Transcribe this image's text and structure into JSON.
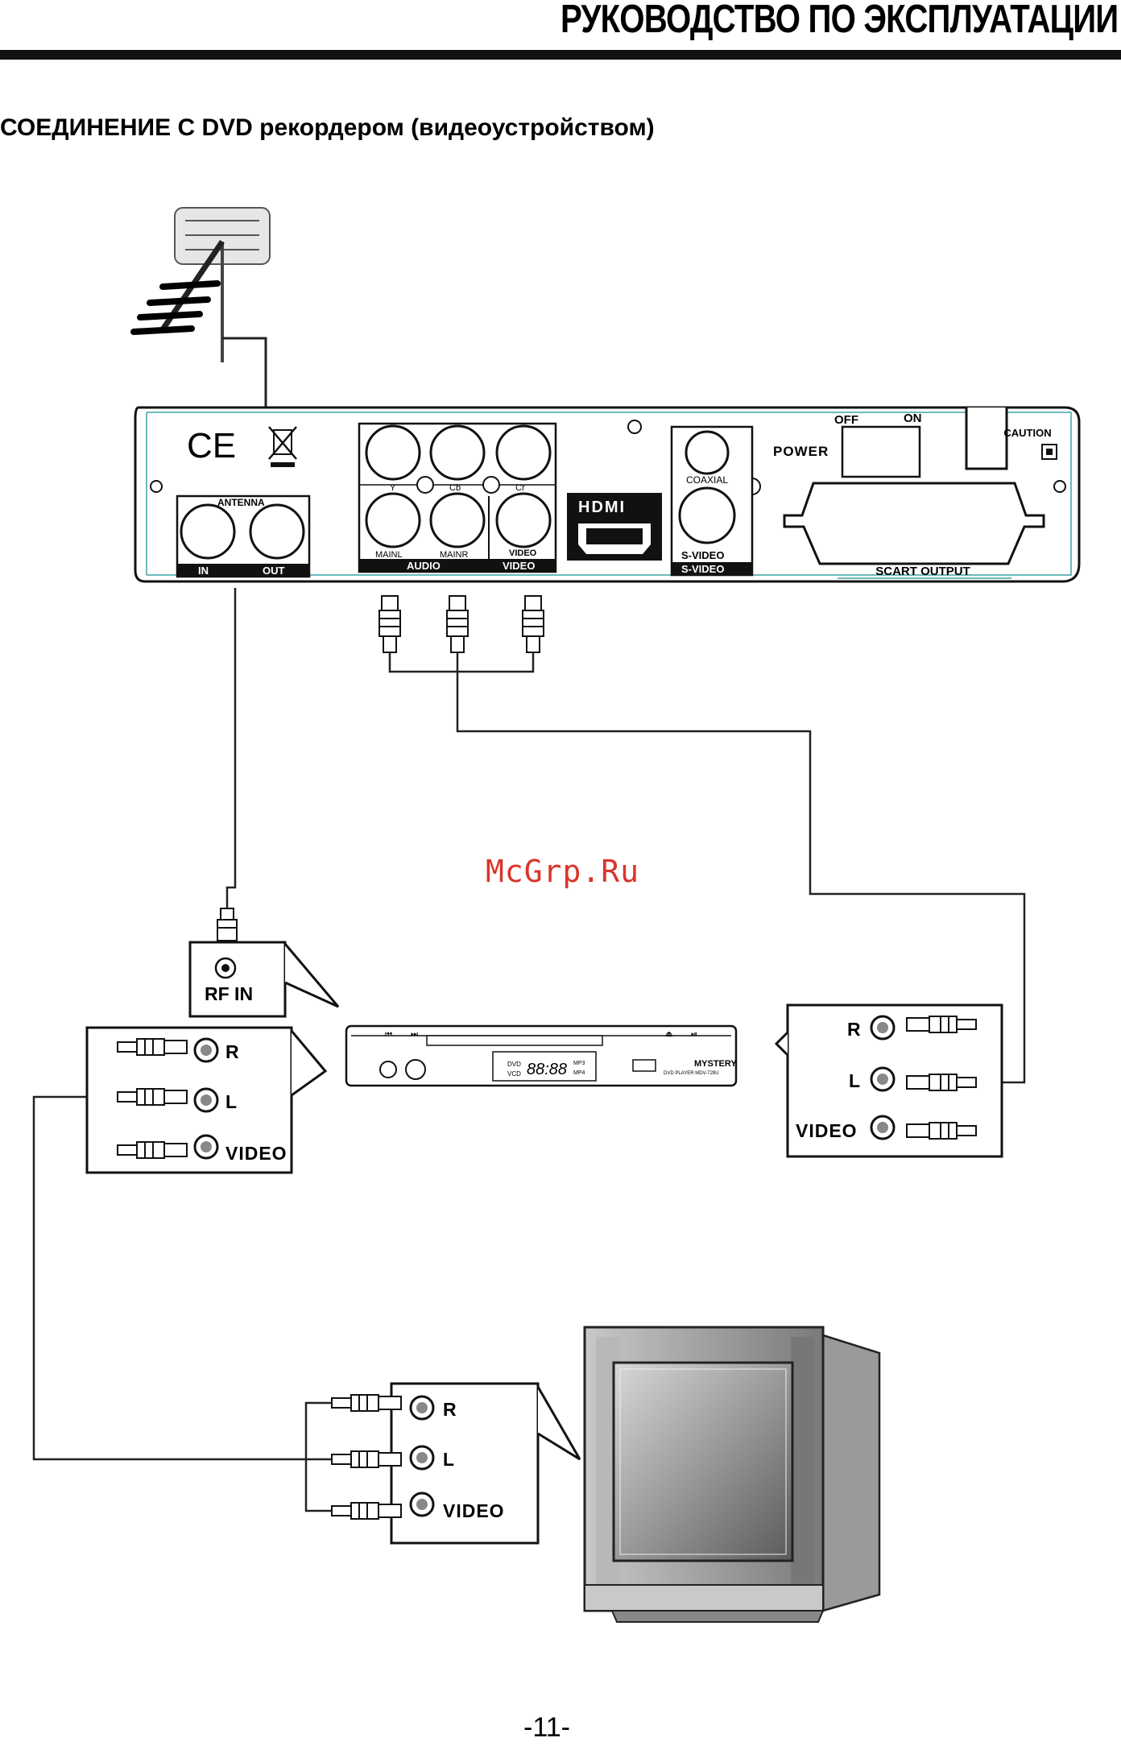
{
  "header": {
    "title": "РУКОВОДСТВО ПО ЭКСПЛУАТАЦИИ"
  },
  "section": {
    "title": "СОЕДИНЕНИЕ С DVD рекордером (видеоустройством)"
  },
  "receiver_panel": {
    "ce_mark": "CE",
    "antenna_label": "ANTENNA",
    "antenna_in": "IN",
    "antenna_out": "OUT",
    "y_label": "Y",
    "cb_label": "Cb",
    "cr_label": "Cr",
    "mainl_label": "MAINL",
    "mainr_label": "MAINR",
    "video_small_label": "VIDEO",
    "audio_bar_label": "AUDIO",
    "video_bar_label": "VIDEO",
    "hdmi_label": "HDMI",
    "coaxial_label": "COAXIAL",
    "svideo_label": "S-VIDEO",
    "svideo_bar_label": "S-VIDEO",
    "power_label": "POWER",
    "off_label": "OFF",
    "on_label": "ON",
    "caution_label": "CAUTION",
    "scart_label": "SCART OUTPUT"
  },
  "rf_box": {
    "label": "RF IN"
  },
  "dvd_inputs_box": {
    "r": "R",
    "l": "L",
    "video": "VIDEO"
  },
  "right_box": {
    "r": "R",
    "l": "L",
    "video": "VIDEO"
  },
  "tv_box": {
    "r": "R",
    "l": "L",
    "video": "VIDEO"
  },
  "dvd_player": {
    "display": "88:88",
    "dvd": "DVD",
    "vcd": "VCD",
    "mp3": "MP3",
    "mp4": "MP4",
    "brand": "MYSTERY",
    "model": "DVD PLAYER MDV-729U"
  },
  "watermark": {
    "text": "McGrp.Ru"
  },
  "footer": {
    "page_number": "-11-"
  }
}
